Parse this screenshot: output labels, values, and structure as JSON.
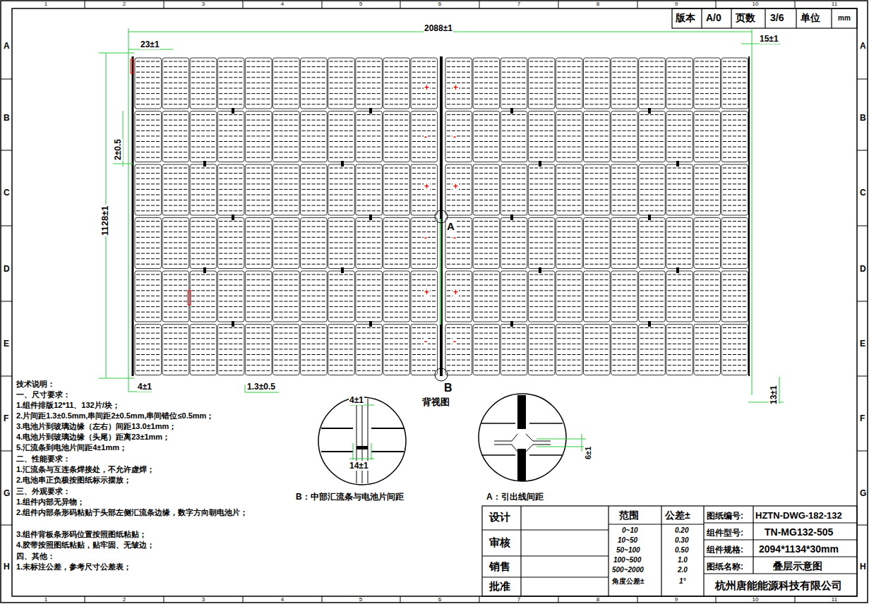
{
  "diagram": {
    "labels": [
      "1",
      "2",
      "3",
      "4",
      "5",
      "6",
      "7",
      "8",
      "9",
      "10",
      "11",
      "1",
      "2",
      "3",
      "4",
      "5",
      "6",
      "7",
      "8",
      "9",
      "10",
      "11",
      "A",
      "B",
      "C",
      "D",
      "E",
      "F",
      "G",
      "H",
      "A",
      "B",
      "C",
      "D",
      "E",
      "F",
      "G",
      "H",
      "版本",
      "A/0",
      "页数",
      "3/6",
      "单位",
      "mm",
      "2088±1",
      "23±1",
      "15±1",
      "2±0.5",
      "1128±1",
      "4±1",
      "1.3±0.5",
      "13±1",
      "A",
      "B",
      "背视图",
      "+",
      "+",
      "-",
      "-",
      "+",
      "+",
      "-",
      "-",
      "+",
      "+",
      "-",
      "-",
      "4±1",
      "14±1",
      "6±1",
      "B：中部汇流条与电池片间距",
      "A：引出线间距",
      "技术说明：",
      "一、尺寸要求：",
      "1.组件排版12*11、132片/块；",
      "2.片间距1.3±0.5mm,串间距2±0.5mm,串间错位≤0.5mm；",
      "3.电池片到玻璃边缘（左右）间距13.0±1mm；",
      "4.电池片到玻璃边缘（头尾）距离23±1mm；",
      "5.汇流条到电池片间距4±1mm；",
      "二、性能要求：",
      "1.汇流条与互连条焊接处，不允许虚焊；",
      "2.电池串正负极按图纸标示摆放；",
      "三、外观要求：",
      "1.组件内部无异物；",
      "2.组件内部条形码粘贴于头部左侧汇流条边缘，数字方向朝电池片；",
      "3.组件背板条形码位置按照图纸粘贴；",
      "4.胶带按照图纸粘贴，贴牢固、无皱边；",
      "四、其他：",
      "1.未标注公差，参考尺寸公差表；",
      "设计",
      "审核",
      "销售",
      "批准",
      "范围",
      "公差±",
      "0~10",
      "0.20",
      "10~50",
      "0.30",
      "50~100",
      "0.50",
      "100~500",
      "1.0",
      "500~2000",
      "2.0",
      "角度公差±",
      "1°",
      "图纸编号:",
      "HZTN-DWG-182-132",
      "组件型号:",
      "TN-MG132-505",
      "组件规格:",
      "2094*1134*30mm",
      "图纸名称:",
      "叠层示意图",
      "杭州唐能能源科技有限公司"
    ]
  }
}
